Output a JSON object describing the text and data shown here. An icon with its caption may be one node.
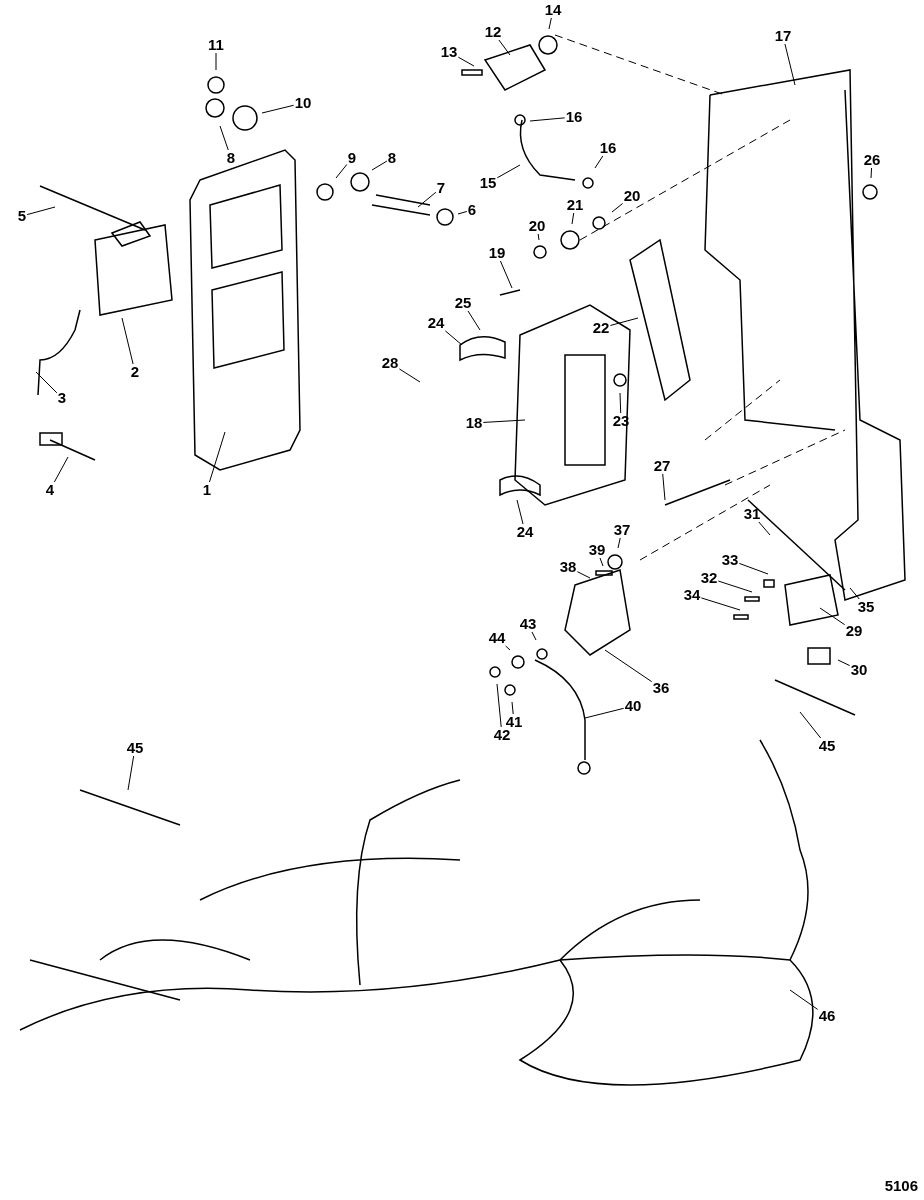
{
  "diagram": {
    "nodes": [
      {
        "text": [
          "1"
        ]
      },
      {
        "text": [
          "2"
        ]
      },
      {
        "text": [
          "3"
        ]
      },
      {
        "text": [
          "4"
        ]
      },
      {
        "text": [
          "5"
        ]
      },
      {
        "text": [
          "6"
        ]
      },
      {
        "text": [
          "7"
        ]
      },
      {
        "text": [
          "8"
        ]
      },
      {
        "text": [
          "8"
        ]
      },
      {
        "text": [
          "9"
        ]
      },
      {
        "text": [
          "10"
        ]
      },
      {
        "text": [
          "11"
        ]
      },
      {
        "text": [
          "12"
        ]
      },
      {
        "text": [
          "13"
        ]
      },
      {
        "text": [
          "14"
        ]
      },
      {
        "text": [
          "15"
        ]
      },
      {
        "text": [
          "16"
        ]
      },
      {
        "text": [
          "16"
        ]
      },
      {
        "text": [
          "17"
        ]
      },
      {
        "text": [
          "18"
        ]
      },
      {
        "text": [
          "19"
        ]
      },
      {
        "text": [
          "20"
        ]
      },
      {
        "text": [
          "20"
        ]
      },
      {
        "text": [
          "21"
        ]
      },
      {
        "text": [
          "22"
        ]
      },
      {
        "text": [
          "23"
        ]
      },
      {
        "text": [
          "24"
        ]
      },
      {
        "text": [
          "24"
        ]
      },
      {
        "text": [
          "25"
        ]
      },
      {
        "text": [
          "26"
        ]
      },
      {
        "text": [
          "27"
        ]
      },
      {
        "text": [
          "28"
        ]
      },
      {
        "text": [
          "29"
        ]
      },
      {
        "text": [
          "30"
        ]
      },
      {
        "text": [
          "31"
        ]
      },
      {
        "text": [
          "32"
        ]
      },
      {
        "text": [
          "33"
        ]
      },
      {
        "text": [
          "34"
        ]
      },
      {
        "text": [
          "35"
        ]
      },
      {
        "text": [
          "36"
        ]
      },
      {
        "text": [
          "37"
        ]
      },
      {
        "text": [
          "38"
        ]
      },
      {
        "text": [
          "39"
        ]
      },
      {
        "text": [
          "40"
        ]
      },
      {
        "text": [
          "41"
        ]
      },
      {
        "text": [
          "42"
        ]
      },
      {
        "text": [
          "43"
        ]
      },
      {
        "text": [
          "44"
        ]
      },
      {
        "text": [
          "45"
        ]
      },
      {
        "text": [
          "45"
        ]
      },
      {
        "text": [
          "46"
        ]
      }
    ],
    "edges": [
      {
        "from": 0,
        "to": null,
        "arrow": "none"
      },
      {
        "from": 1,
        "to": null,
        "arrow": "none"
      },
      {
        "from": 2,
        "to": null,
        "arrow": "none"
      },
      {
        "from": 3,
        "to": null,
        "arrow": "none"
      },
      {
        "from": 4,
        "to": null,
        "arrow": "none"
      },
      {
        "from": 5,
        "to": null,
        "arrow": "none"
      },
      {
        "from": 6,
        "to": null,
        "arrow": "none"
      },
      {
        "from": 7,
        "to": null,
        "arrow": "none"
      },
      {
        "from": 8,
        "to": null,
        "arrow": "none"
      },
      {
        "from": 9,
        "to": null,
        "arrow": "none"
      },
      {
        "from": 10,
        "to": null,
        "arrow": "none"
      },
      {
        "from": 11,
        "to": null,
        "arrow": "none"
      },
      {
        "from": 12,
        "to": null,
        "arrow": "none"
      },
      {
        "from": 13,
        "to": null,
        "arrow": "none"
      },
      {
        "from": 14,
        "to": null,
        "arrow": "none"
      },
      {
        "from": 15,
        "to": null,
        "arrow": "none"
      },
      {
        "from": 16,
        "to": null,
        "arrow": "none"
      },
      {
        "from": 17,
        "to": null,
        "arrow": "none"
      },
      {
        "from": 18,
        "to": null,
        "arrow": "none"
      },
      {
        "from": 19,
        "to": null,
        "arrow": "none"
      },
      {
        "from": 20,
        "to": null,
        "arrow": "none"
      },
      {
        "from": 21,
        "to": null,
        "arrow": "none"
      },
      {
        "from": 22,
        "to": null,
        "arrow": "none"
      },
      {
        "from": 23,
        "to": null,
        "arrow": "none"
      },
      {
        "from": 24,
        "to": null,
        "arrow": "none"
      },
      {
        "from": 25,
        "to": null,
        "arrow": "none"
      },
      {
        "from": 26,
        "to": null,
        "arrow": "none"
      },
      {
        "from": 27,
        "to": null,
        "arrow": "none"
      },
      {
        "from": 28,
        "to": null,
        "arrow": "none"
      },
      {
        "from": 29,
        "to": null,
        "arrow": "none"
      },
      {
        "from": 30,
        "to": null,
        "arrow": "none"
      },
      {
        "from": 31,
        "to": null,
        "arrow": "none"
      },
      {
        "from": 32,
        "to": null,
        "arrow": "none"
      },
      {
        "from": 33,
        "to": null,
        "arrow": "none"
      },
      {
        "from": 34,
        "to": null,
        "arrow": "none"
      },
      {
        "from": 35,
        "to": null,
        "arrow": "none"
      },
      {
        "from": 36,
        "to": null,
        "arrow": "none"
      },
      {
        "from": 37,
        "to": null,
        "arrow": "none"
      },
      {
        "from": 38,
        "to": null,
        "arrow": "none"
      },
      {
        "from": 39,
        "to": null,
        "arrow": "none"
      },
      {
        "from": 40,
        "to": null,
        "arrow": "none"
      },
      {
        "from": 41,
        "to": null,
        "arrow": "none"
      },
      {
        "from": 42,
        "to": null,
        "arrow": "none"
      },
      {
        "from": 43,
        "to": null,
        "arrow": "none"
      },
      {
        "from": 44,
        "to": null,
        "arrow": "none"
      },
      {
        "from": 45,
        "to": null,
        "arrow": "none"
      },
      {
        "from": 46,
        "to": null,
        "arrow": "none"
      },
      {
        "from": 47,
        "to": null,
        "arrow": "none"
      },
      {
        "from": 48,
        "to": null,
        "arrow": "none"
      },
      {
        "from": 49,
        "to": null,
        "arrow": "none"
      },
      {
        "from": 50,
        "to": null,
        "arrow": "none"
      }
    ],
    "labels": [
      "5106"
    ]
  }
}
